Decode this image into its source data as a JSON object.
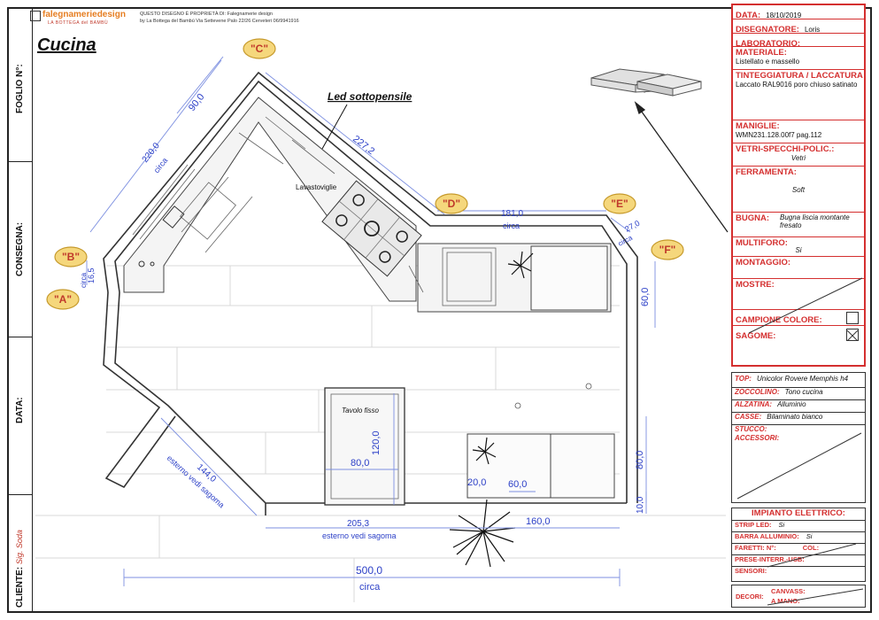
{
  "left_strip": {
    "foglio": "FOGLIO N°:",
    "consegna": "CONSEGNA:",
    "data": "DATA:",
    "cliente": "CLIENTE:",
    "client_sign": "Sig. Soda"
  },
  "header": {
    "logo_name": "falegnameriedesign",
    "logo_sub": "LA BOTTEGA del BAMBÙ",
    "line1": "QUESTO DISEGNO È PROPRIETÀ DI: Falegnamerie design",
    "line2": "by La Bottega del Bambù Via Settevene Palo 22/26 Cerveteri 06/9941916"
  },
  "title": "Cucina",
  "labels": {
    "led": "Led sottopensile",
    "lavastoviglie": "Lavastoviglie",
    "tavolo": "Tavolo fisso"
  },
  "corners": {
    "a": "\"A\"",
    "b": "\"B\"",
    "c": "\"C\"",
    "d": "\"D\"",
    "e": "\"E\"",
    "f": "\"F\""
  },
  "dimensions": {
    "d220": "220,0",
    "circa": "circa",
    "d90": "90,0",
    "d227": "227,2",
    "d181": "181,0",
    "d27": "27,0",
    "d16": "16,5",
    "d60": "60,0",
    "d120": "120,0",
    "d80a": "80,0",
    "d20": "20,0",
    "d60b": "60,0",
    "d80b": "80,0",
    "d10": "10,0",
    "d144": "144,0",
    "esterno_vedi_sagoma": "esterno vedi sagoma",
    "d205": "205,3",
    "d160": "160,0",
    "d500": "500,0"
  },
  "form": {
    "data_label": "DATA:",
    "data_value": "18/10/2019",
    "disegnatore_label": "DISEGNATORE:",
    "disegnatore_value": "Loris",
    "laboratorio_label": "LABORATORIO:",
    "materiale_label": "MATERIALE:",
    "materiale_value": "Listellato e massello",
    "tinteggiatura_label": "TINTEGGIATURA / LACCATURA",
    "tinteggiatura_value": "Laccato RAL9016 poro chiuso satinato",
    "maniglie_label": "MANIGLIE:",
    "maniglie_value": "WMN231.128.00f7 pag.112",
    "vetri_label": "VETRI-SPECCHI-POLIC.:",
    "vetri_value": "Vetri",
    "ferramenta_label": "FERRAMENTA:",
    "ferramenta_value": "Soft",
    "bugna_label": "BUGNA:",
    "bugna_value": "Bugna liscia montante fresato",
    "multiforo_label": "MULTIFORO:",
    "multiforo_value": "Si",
    "montaggio_label": "MONTAGGIO:",
    "mostre_label": "MOSTRE:",
    "campione_label": "CAMPIONE COLORE:",
    "sagome_label": "SAGOME:"
  },
  "form2": {
    "top_label": "TOP:",
    "top_value": "Unicolor Rovere Memphis h4",
    "zoccolino_label": "ZOCCOLINO:",
    "zoccolino_value": "Tono cucina",
    "alzatina_label": "ALZATINA:",
    "alzatina_value": "Alluminio",
    "casse_label": "CASSE:",
    "casse_value": "Bilaminato bianco",
    "stucco_label": "STUCCO:",
    "accessori_label": "ACCESSORI:"
  },
  "form3": {
    "title": "IMPIANTO ELETTRICO:",
    "strip_label": "STRIP LED:",
    "strip_value": "Si",
    "barra_label": "BARRA ALLUMINIO:",
    "barra_value": "Si",
    "faretti_label": "FARETTI: N°:",
    "col_label": "COL:",
    "prese_label": "PRESE-INTERR.-USB:",
    "sensori_label": "SENSORI:"
  },
  "form4": {
    "decori_label": "DECORI:",
    "canvass_label": "CANVASS:",
    "amano_label": "A MANO:"
  }
}
